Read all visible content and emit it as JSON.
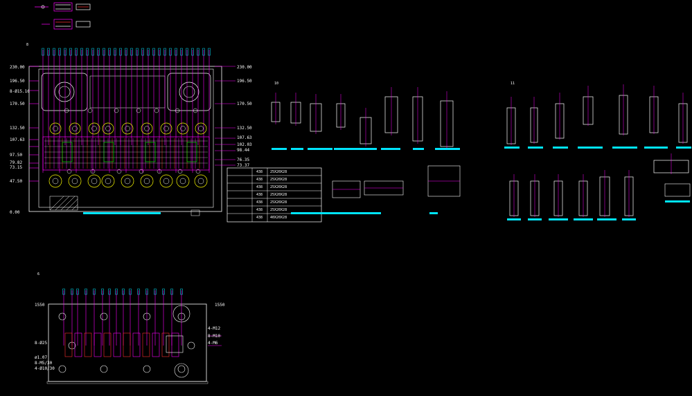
{
  "colors": {
    "background": "#000000",
    "outline": "#ffffff",
    "dimension": "#ff00ff",
    "title_bar": "#00e5ff",
    "hole": "#ffff00",
    "accent": "#ff3030",
    "green": "#00ff00"
  },
  "view_tags": {
    "main": "8",
    "parts_a": "10",
    "parts_b": "11",
    "lower": "6"
  },
  "main_plate": {
    "left_dims": [
      "230.00",
      "196.50",
      "8-Ø15.16",
      "170.50",
      "132.50",
      "107.63",
      "97.50",
      "79.82",
      "73.15",
      "47.50",
      "0.00"
    ],
    "right_dims": [
      "230.00",
      "196.50",
      "170.50",
      "132.50",
      "107.63",
      "102.03",
      "98.44",
      "76.35",
      "73.37"
    ]
  },
  "schedule": {
    "rows": [
      {
        "qty": "438",
        "spec": "25X20X28"
      },
      {
        "qty": "438",
        "spec": "25X20X28"
      },
      {
        "qty": "438",
        "spec": "25X20X28"
      },
      {
        "qty": "438",
        "spec": "25X20X28"
      },
      {
        "qty": "438",
        "spec": "25X20X28"
      },
      {
        "qty": "438",
        "spec": "25X20X28"
      },
      {
        "qty": "438",
        "spec": "40X20X28"
      }
    ]
  },
  "lower_plate": {
    "left_dims": [
      "1550",
      "8-Ø25",
      "ø1.07",
      "8-M5/30",
      "4-Ø10/30"
    ],
    "right_dims": [
      "1550",
      "4-M12",
      "8-M10",
      "4-M6"
    ]
  }
}
